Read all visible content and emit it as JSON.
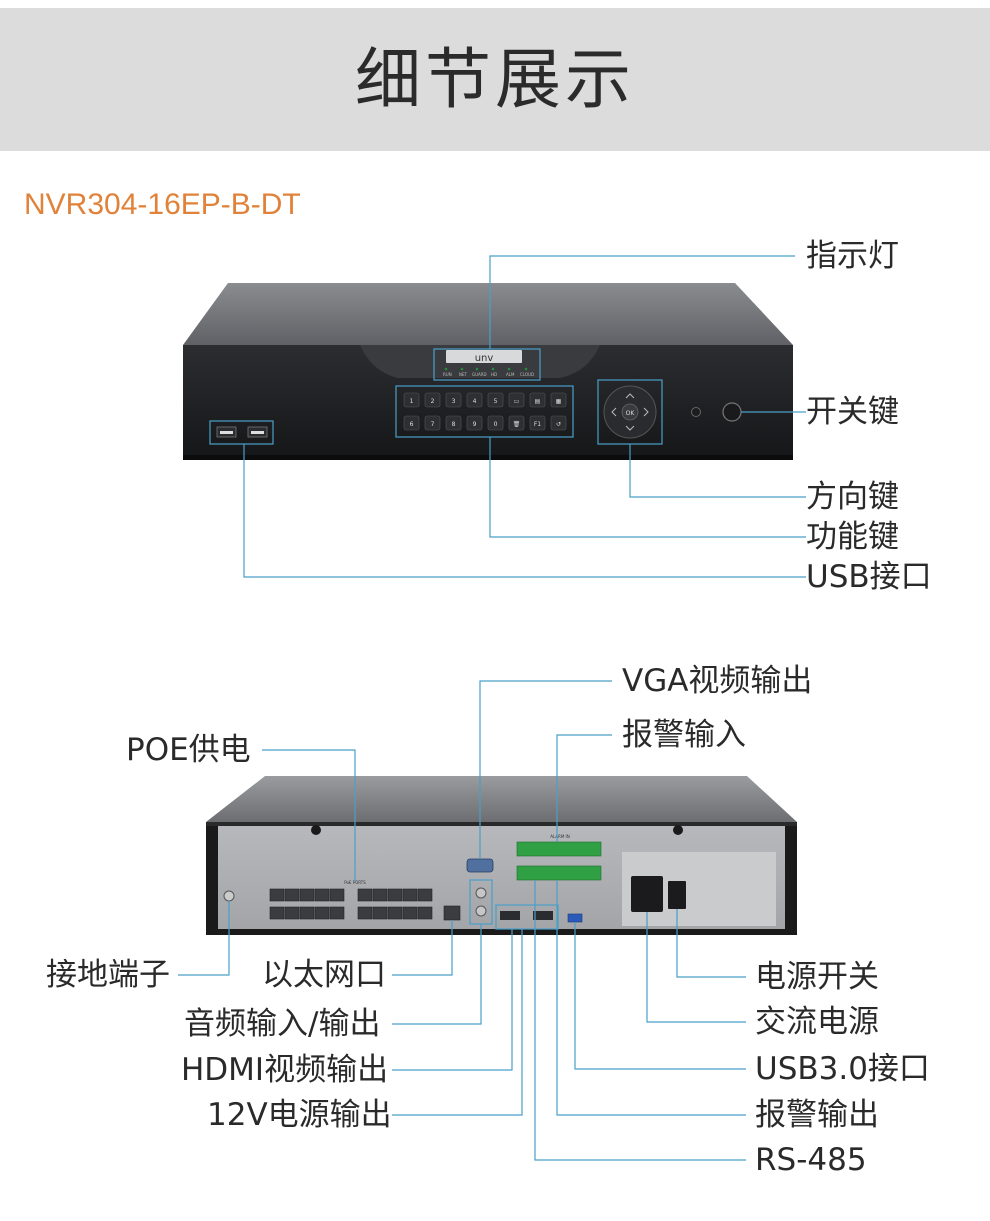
{
  "header": {
    "title": "细节展示"
  },
  "model": "NVR304-16EP-B-DT",
  "front": {
    "brand": "unv",
    "indicators": [
      "RUN",
      "NET",
      "GUARD",
      "HD",
      "ALM",
      "CLOUD"
    ],
    "keys_row1": [
      "1",
      "2",
      "3",
      "4",
      "5",
      "▭",
      "▤",
      "▦"
    ],
    "keys_row2": [
      "6",
      "7",
      "8",
      "9",
      "0",
      "🗑",
      "F1",
      "↺"
    ],
    "ok_label": "OK",
    "labels": {
      "indicator": "指示灯",
      "power_key": "开关键",
      "direction_key": "方向键",
      "function_key": "功能键",
      "usb": "USB接口"
    }
  },
  "rear": {
    "poe_caption": "PoE PORTS",
    "alarm_in_caption": "ALARM IN",
    "labels": {
      "vga": "VGA视频输出",
      "alarm_in": "报警输入",
      "poe": "POE供电",
      "ground": "接地端子",
      "ethernet": "以太网口",
      "audio": "音频输入/输出",
      "hdmi": "HDMI视频输出",
      "dc12v": "12V电源输出",
      "power_switch": "电源开关",
      "ac_power": "交流电源",
      "usb3": "USB3.0接口",
      "alarm_out": "报警输出",
      "rs485": "RS-485"
    }
  },
  "colors": {
    "accent": "#e0823a",
    "callout": "#4a9fc9",
    "header_bg": "#dcdcdc"
  }
}
